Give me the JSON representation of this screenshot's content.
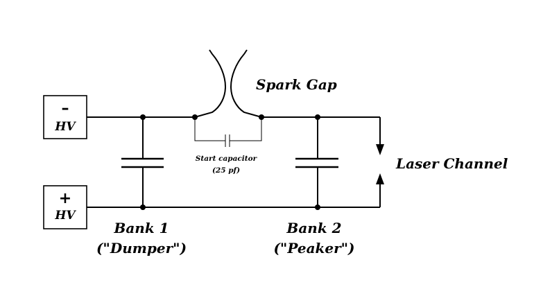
{
  "hv_negative": {
    "sign": "–",
    "label": "HV"
  },
  "hv_positive": {
    "sign": "+",
    "label": "HV"
  },
  "spark_gap": {
    "label": "Spark Gap"
  },
  "start_capacitor": {
    "line1": "Start capacitor",
    "line2": "(25 pf)"
  },
  "laser_channel": {
    "label": "Laser Channel"
  },
  "bank1": {
    "line1": "Bank 1",
    "line2": "(\"Dumper\")"
  },
  "bank2": {
    "line1": "Bank 2",
    "line2": "(\"Peaker\")"
  }
}
